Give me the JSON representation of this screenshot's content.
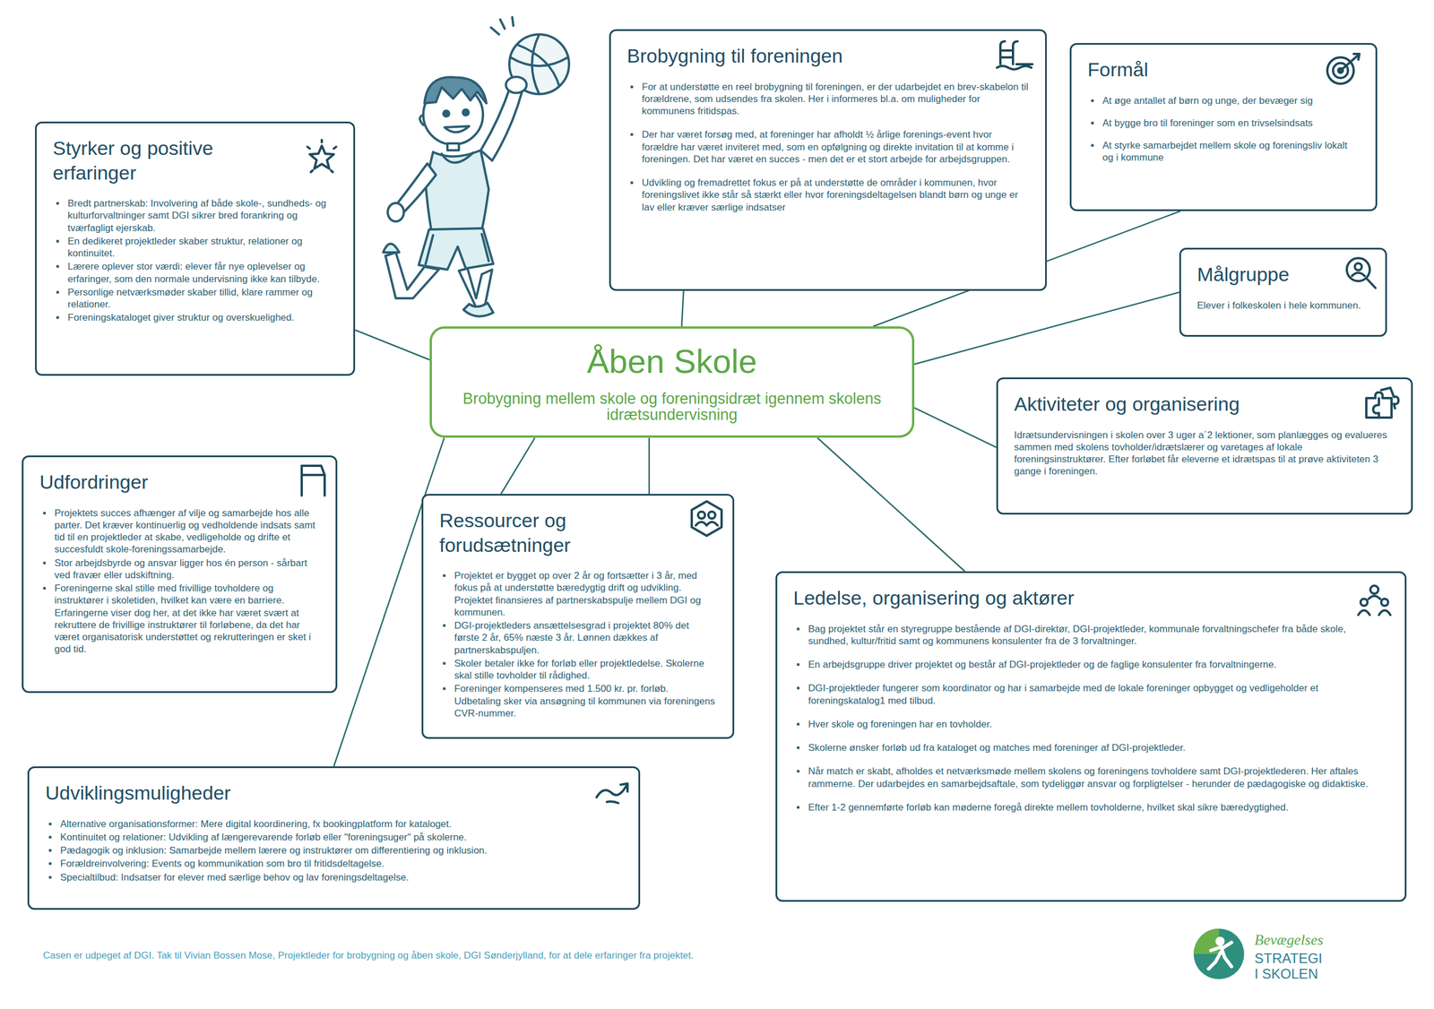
{
  "diagram": {
    "nodes": [
      {
        "text": [
          "Åben Skole",
          "Brobygning mellem skole og foreningsidræt igennem skolens idrætsundervisning"
        ]
      },
      {
        "text": [
          "Brobygning til foreningen",
          "For at understøtte en reel brobygning til foreningen, er der udarbejdet en brev-skabelon til forældrene, som udsendes fra skolen. Her i informeres bl.a. om muligheder for kommunens fritidspas.",
          "Der har været forsøg med, at foreninger har afholdt ½ årlige forenings-event hvor forældre har været inviteret med, som en opfølgning og direkte invitation til at komme i foreningen. Det har været en succes - men det er et stort arbejde for arbejdsgruppen.",
          "Udvikling og fremadrettet fokus er på at understøtte de områder i kommunen, hvor foreningslivet ikke står så stærkt eller hvor foreningsdeltagelsen blandt børn og unge er lav eller kræver særlige indsatser"
        ]
      },
      {
        "text": [
          "Formål",
          "At øge antallet af børn og unge, der bevæger sig",
          "At bygge bro til foreninger som en trivselsindsats",
          "At styrke samarbejdet mellem skole og foreningsliv lokalt og i kommune"
        ]
      },
      {
        "text": [
          "Styrker og positive erfaringer",
          "Bredt partnerskab: Involvering af både skole-, sundheds- og kulturforvaltninger samt DGI sikrer bred forankring og tværfagligt ejerskab.",
          "En dedikeret projektleder skaber struktur, relationer og kontinuitet.",
          "Lærere oplever stor værdi: elever får nye oplevelser og erfaringer, som den normale undervisning ikke kan tilbyde.",
          "Personlige netværksmøder skaber tillid, klare rammer og relationer.",
          "Foreningskataloget giver struktur og overskuelighed."
        ]
      },
      {
        "text": [
          "Målgruppe",
          "Elever i folkeskolen i hele kommunen."
        ]
      },
      {
        "text": [
          "Aktiviteter og organisering",
          "Idrætsundervisningen i skolen over 3 uger a´2 lektioner, som planlægges og evalueres sammen med skolens tovholder/idrætslærer og varetages af lokale foreningsinstruktører. Efter forløbet får eleverne et idrætspas til at prøve aktiviteten 3 gange i foreningen."
        ]
      },
      {
        "text": [
          "Udfordringer",
          "Projektets succes afhænger af vilje og samarbejde hos alle parter. Det kræver kontinuerlig og vedholdende indsats samt tid til en projektleder at skabe, vedligeholde og drifte et succesfuldt skole-foreningssamarbejde.",
          "Stor arbejdsbyrde og ansvar ligger hos én person - sårbart ved fravær eller udskiftning.",
          "Foreningerne skal stille med frivillige tovholdere og instruktører i skoletiden, hvilket kan være en barriere. Erfaringerne viser dog her, at det ikke har været svært at rekruttere de frivillige instruktører til forløbene, da det har været organisatorisk understøttet og rekrutteringen er sket i god tid."
        ]
      },
      {
        "text": [
          "Ressourcer og forudsætninger",
          "Projektet er bygget op over 2 år og fortsætter i 3 år, med fokus på at understøtte bæredygtig drift og udvikling. Projektet finansieres af partnerskabspulje mellem DGI og kommunen.",
          "DGI-projektleders ansættelsesgrad i projektet 80% det første 2 år, 65% næste 3 år. Lønnen dækkes af partnerskabspuljen.",
          "Skoler betaler ikke for forløb eller projektledelse. Skolerne skal stille tovholder til rådighed.",
          "Foreninger kompenseres med 1.500 kr. pr. forløb. Udbetaling sker via ansøgning til kommunen via foreningens CVR-nummer."
        ]
      },
      {
        "text": [
          "Ledelse, organisering og aktører",
          "Bag projektet står en styregruppe bestående af DGI-direktør, DGI-projektleder, kommunale forvaltningschefer fra både skole, sundhed, kultur/fritid samt og kommunens konsulenter fra de 3 forvaltninger.",
          "En arbejdsgruppe driver projektet og består af DGI-projektleder og de faglige konsulenter fra forvaltningerne.",
          "DGI-projektleder fungerer som koordinator og har i samarbejde med de lokale foreninger opbygget og vedligeholder et foreningskatalog1 med tilbud.",
          "Hver skole og foreningen har en tovholder.",
          "Skolerne ønsker forløb ud fra kataloget og matches med foreninger af DGI-projektleder.",
          "Når match er skabt, afholdes et netværksmøde mellem skolens og foreningens tovholdere samt DGI-projektlederen. Her aftales rammerne. Der udarbejdes en samarbejdsaftale, som tydeliggør ansvar og forpligtelser - herunder de pædagogiske og didaktiske.",
          "Efter 1-2 gennemførte forløb kan møderne foregå direkte mellem tovholderne, hvilket skal sikre bæredygtighed."
        ]
      },
      {
        "text": [
          "Udviklingsmuligheder",
          "Alternative organisationsformer: Mere digital koordinering, fx bookingplatform for kataloget.",
          "Kontinuitet og relationer: Udvikling af længerevarende forløb eller \"foreningsuger\" på skolerne.",
          "Pædagogik og inklusion: Samarbejde mellem lærere og instruktører om differentiering og inklusion.",
          "Forældreinvolvering: Events og kommunikation som bro til fritidsdeltagelse.",
          "Specialtilbud: Indsatser for elever med særlige behov og lav foreningsdeltagelse."
        ]
      }
    ],
    "edges": [
      {
        "from": 0,
        "to": 3,
        "arrow": "none"
      },
      {
        "from": 0,
        "to": 1,
        "arrow": "none"
      },
      {
        "from": 0,
        "to": 2,
        "arrow": "none"
      },
      {
        "from": 0,
        "to": 4,
        "arrow": "none"
      },
      {
        "from": 0,
        "to": 5,
        "arrow": "none"
      },
      {
        "from": 0,
        "to": 7,
        "arrow": "none"
      },
      {
        "from": 0,
        "to": 7,
        "arrow": "none"
      },
      {
        "from": 0,
        "to": 8,
        "arrow": "none"
      },
      {
        "from": 0,
        "to": 9,
        "arrow": "none"
      }
    ],
    "labels": [
      "Casen er udpeget af DGI. Tak til Vivian Bossen Mose, Projektleder for brobygning og åben skole, DGI Sønderjylland, for at dele erfaringer fra projektet.",
      "Bevægelses",
      "STRATEGI",
      "I SKOLEN"
    ]
  }
}
